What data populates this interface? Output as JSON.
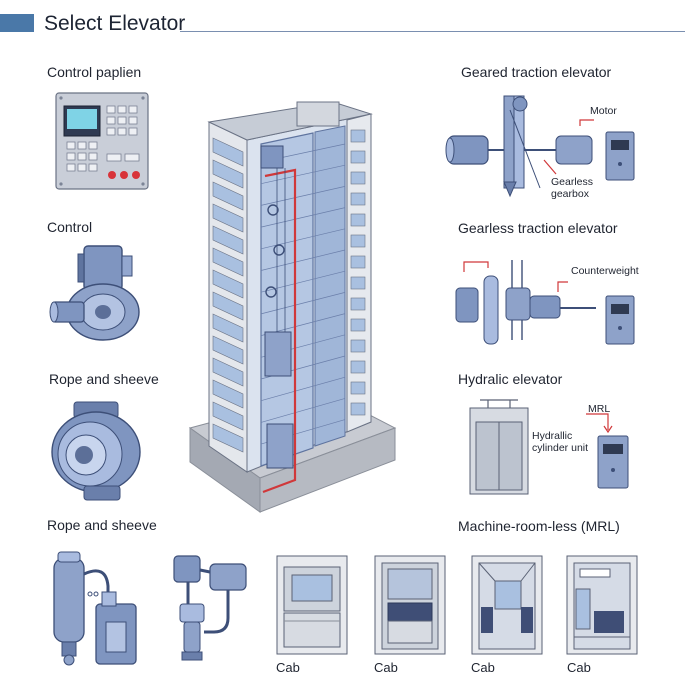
{
  "header": {
    "title": "Select Elevator",
    "accent_color": "#4a78a8"
  },
  "left_column": {
    "items": [
      {
        "label": "Control paplien",
        "icon": "control-panel-icon"
      },
      {
        "label": "Control",
        "icon": "gear-motor-icon"
      },
      {
        "label": "Rope and sheeve",
        "icon": "sheave-icon"
      },
      {
        "label": "Rope and sheeve",
        "icon": "hydraulic-pump-icon"
      }
    ]
  },
  "right_column": {
    "items": [
      {
        "label": "Geared traction elevator",
        "callouts": [
          "Motor",
          "Gearless gearbox"
        ]
      },
      {
        "label": "Gearless traction elevator",
        "callouts": [
          "Counterweight"
        ]
      },
      {
        "label": "Hydralic elevator",
        "callouts": [
          "MRL",
          "Hydrallic cylinder unit"
        ]
      },
      {
        "label": "Machine-room-less (MRL)",
        "callouts": []
      }
    ]
  },
  "cabs": [
    "Cab",
    "Cab",
    "Cab",
    "Cab"
  ],
  "colors": {
    "steel_blue": "#7f95c0",
    "dark_blue": "#3d4f78",
    "glass": "#a9c0e0",
    "accent_red": "#d0383a"
  }
}
